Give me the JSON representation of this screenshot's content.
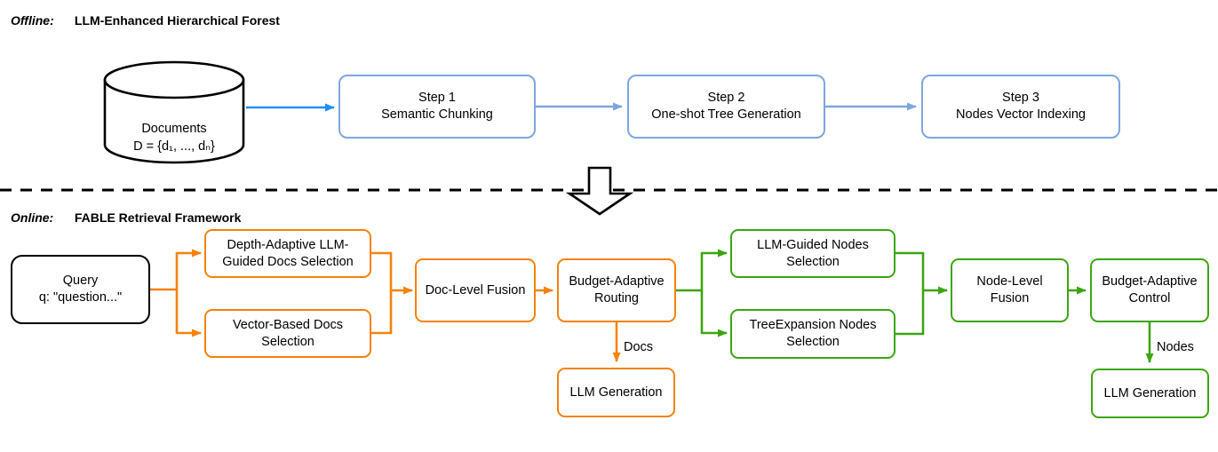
{
  "colors": {
    "blue_accent": "#1e8fff",
    "blue_light": "#7ea6e0",
    "orange": "#f5820d",
    "green": "#3da513",
    "ink": "#000000"
  },
  "offline": {
    "label": "Offline:",
    "title": "LLM-Enhanced Hierarchical Forest",
    "documents": {
      "name": "Documents",
      "set": "D = {d₁, ..., dₙ}"
    },
    "steps": [
      {
        "line1": "Step 1",
        "line2": "Semantic Chunking"
      },
      {
        "line1": "Step 2",
        "line2": "One-shot Tree Generation"
      },
      {
        "line1": "Step 3",
        "line2": "Nodes Vector Indexing"
      }
    ]
  },
  "online": {
    "label": "Online:",
    "title": "FABLE Retrieval Framework",
    "query": {
      "line1": "Query",
      "line2": "q: \"question...\""
    },
    "docs_branch": {
      "depth_line1": "Depth-Adaptive LLM-",
      "depth_line2": "Guided Docs Selection",
      "vector_line1": "Vector-Based Docs",
      "vector_line2": "Selection",
      "fusion": "Doc-Level Fusion",
      "routing_line1": "Budget-Adaptive",
      "routing_line2": "Routing",
      "edge_label": "Docs",
      "generation": "LLM Generation"
    },
    "nodes_branch": {
      "llm_line1": "LLM-Guided Nodes",
      "llm_line2": "Selection",
      "tree_line1": "TreeExpansion Nodes",
      "tree_line2": "Selection",
      "fusion_line1": "Node-Level",
      "fusion_line2": "Fusion",
      "control_line1": "Budget-Adaptive",
      "control_line2": "Control",
      "edge_label": "Nodes",
      "generation": "LLM Generation"
    }
  }
}
